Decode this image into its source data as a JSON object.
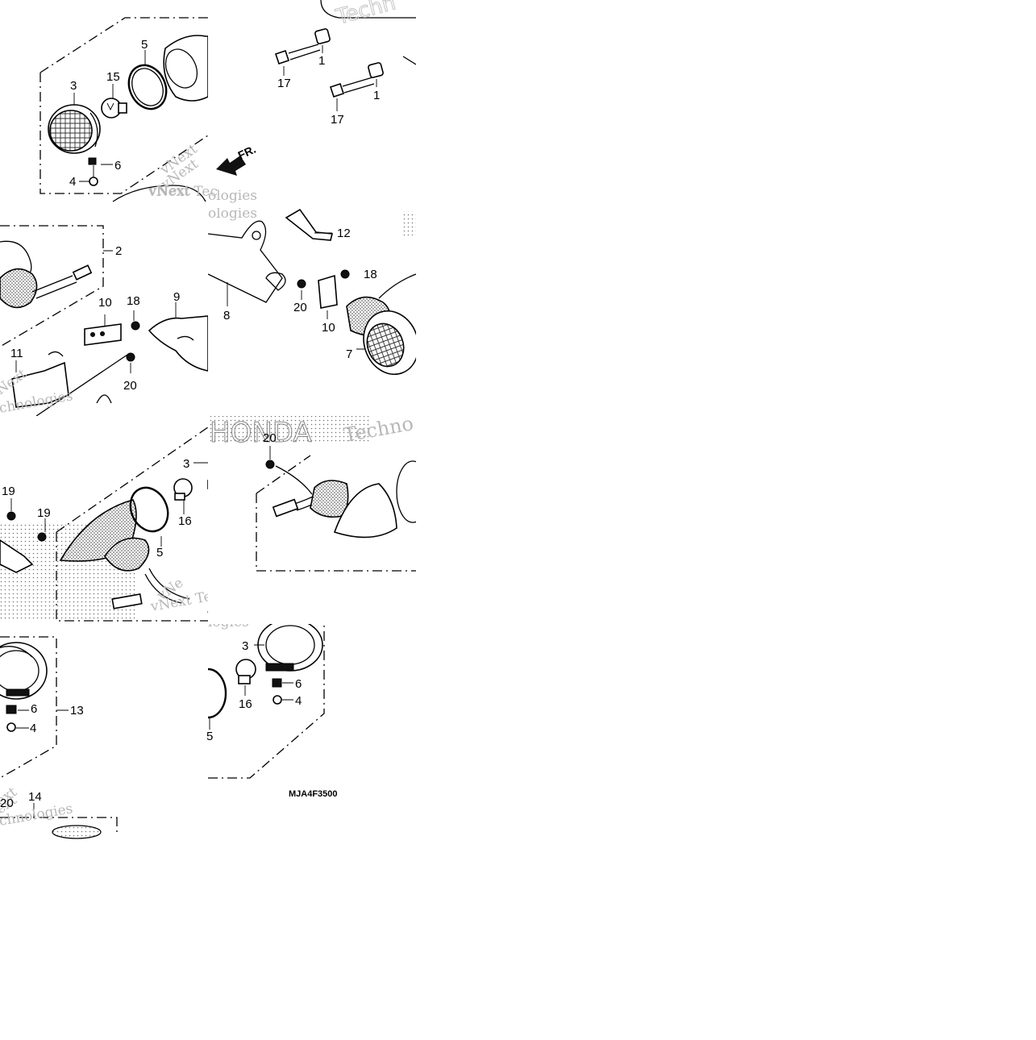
{
  "diagram": {
    "code": "MJA4F3500",
    "front_marker": "FR.",
    "labels": [
      {
        "id": "p1a",
        "text": "1"
      },
      {
        "id": "p1b",
        "text": "1"
      },
      {
        "id": "p17a",
        "text": "17"
      },
      {
        "id": "p17b",
        "text": "17"
      },
      {
        "id": "p3a",
        "text": "3"
      },
      {
        "id": "p15",
        "text": "15"
      },
      {
        "id": "p5a",
        "text": "5"
      },
      {
        "id": "p6a",
        "text": "6"
      },
      {
        "id": "p4a",
        "text": "4"
      },
      {
        "id": "p2",
        "text": "2"
      },
      {
        "id": "p12",
        "text": "12"
      },
      {
        "id": "p18a",
        "text": "18"
      },
      {
        "id": "p20a",
        "text": "20"
      },
      {
        "id": "p10a",
        "text": "10"
      },
      {
        "id": "p8",
        "text": "8"
      },
      {
        "id": "p7",
        "text": "7"
      },
      {
        "id": "p10b",
        "text": "10"
      },
      {
        "id": "p18b",
        "text": "18"
      },
      {
        "id": "p9",
        "text": "9"
      },
      {
        "id": "p11",
        "text": "11"
      },
      {
        "id": "p20b",
        "text": "20"
      },
      {
        "id": "p19a",
        "text": "19"
      },
      {
        "id": "p19b",
        "text": "19"
      },
      {
        "id": "p3b",
        "text": "3"
      },
      {
        "id": "p16a",
        "text": "16"
      },
      {
        "id": "p5b",
        "text": "5"
      },
      {
        "id": "p20c",
        "text": "20"
      },
      {
        "id": "p13",
        "text": "13"
      },
      {
        "id": "p6b",
        "text": "6"
      },
      {
        "id": "p4b",
        "text": "4"
      },
      {
        "id": "p3c",
        "text": "3"
      },
      {
        "id": "p6c",
        "text": "6"
      },
      {
        "id": "p4c",
        "text": "4"
      },
      {
        "id": "p16b",
        "text": "16"
      },
      {
        "id": "p5c",
        "text": "5"
      },
      {
        "id": "p20d",
        "text": "20"
      },
      {
        "id": "p14",
        "text": "14"
      }
    ],
    "watermarks": [
      {
        "id": "w1",
        "text": "Techn"
      },
      {
        "id": "w2",
        "text": "vNext"
      },
      {
        "id": "w3",
        "text": "vNext Tec"
      },
      {
        "id": "w4",
        "text": "ologies"
      },
      {
        "id": "w5",
        "text": "Next"
      },
      {
        "id": "w6",
        "text": "chnologies"
      },
      {
        "id": "w7",
        "text": "Techno"
      },
      {
        "id": "w8",
        "text": "vNext Tec"
      },
      {
        "id": "w9",
        "text": "logies"
      },
      {
        "id": "w10",
        "text": "ext"
      },
      {
        "id": "w11",
        "text": "chnologies"
      },
      {
        "id": "w12",
        "text": "HONDA"
      },
      {
        "id": "w13",
        "text": "vNe"
      }
    ]
  }
}
